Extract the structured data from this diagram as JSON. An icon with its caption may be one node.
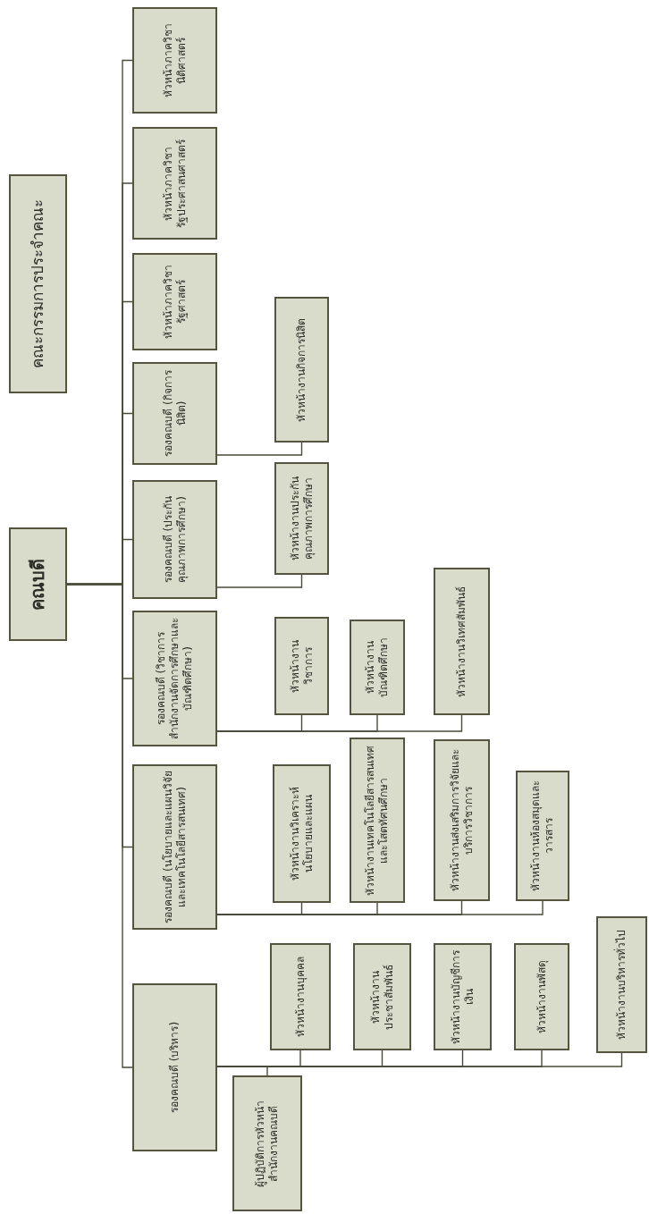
{
  "diagram": {
    "nodes": [
      {
        "text": [
          "คณะกรรมการประจำคณะ"
        ]
      },
      {
        "text": [
          "คณบดี"
        ]
      },
      {
        "text": [
          "รองคณบดี (บริหาร)"
        ]
      },
      {
        "text": [
          "รองคณบดี (นโยบายและแผนวิจัยและเทคโนโลยีสารสนเทศ)"
        ]
      },
      {
        "text": [
          "รองคณบดี (วิชาการสำนักงานจัดการศึกษาและบัณฑิตศึกษา)"
        ]
      },
      {
        "text": [
          "รองคณบดี (ประกันคุณภาพการศึกษา)"
        ]
      },
      {
        "text": [
          "รองคณบดี (กิจการนิสิต)"
        ]
      },
      {
        "text": [
          "หัวหน้าภาควิชารัฐศาสตร์"
        ]
      },
      {
        "text": [
          "หัวหน้าภาควิชารัฐประศาสนศาสตร์"
        ]
      },
      {
        "text": [
          "หัวหน้าภาควิชานิติศาสตร์"
        ]
      },
      {
        "text": [
          "ผู้ปฏิบัติการหัวหน้าสำนักงานคณบดี"
        ]
      },
      {
        "text": [
          "หัวหน้างานบุคคล"
        ]
      },
      {
        "text": [
          "หัวหน้างานประชาสัมพันธ์"
        ]
      },
      {
        "text": [
          "หัวหน้างานบัญชีการเงิน"
        ]
      },
      {
        "text": [
          "หัวหน้างานพัสดุ"
        ]
      },
      {
        "text": [
          "หัวหน้างานบริหารทั่วไป"
        ]
      },
      {
        "text": [
          "หัวหน้างานวิเคราะห์นโยบายและแผน"
        ]
      },
      {
        "text": [
          "หัวหน้างานเทคโนโลยีสารสนเทศและโสตทัศนศึกษา"
        ]
      },
      {
        "text": [
          "หัวหน้างานส่งเสริมการวิจัยและบริการวิชาการ"
        ]
      },
      {
        "text": [
          "หัวหน้างานห้องสมุดและวารสาร"
        ]
      },
      {
        "text": [
          "หัวหน้างานวิชาการ"
        ]
      },
      {
        "text": [
          "หัวหน้างานบัณฑิตศึกษา"
        ]
      },
      {
        "text": [
          "หัวหน้างานวิเทศสัมพันธ์"
        ]
      },
      {
        "text": [
          "หัวหน้างานประกันคุณภาพการศึกษา"
        ]
      },
      {
        "text": [
          "หัวหน้างานกิจการนิสิต"
        ]
      }
    ],
    "edges": [
      {
        "from": 1,
        "to": 2,
        "arrow": "none"
      },
      {
        "from": 1,
        "to": 3,
        "arrow": "none"
      },
      {
        "from": 1,
        "to": 4,
        "arrow": "none"
      },
      {
        "from": 1,
        "to": 5,
        "arrow": "none"
      },
      {
        "from": 1,
        "to": 6,
        "arrow": "none"
      },
      {
        "from": 1,
        "to": 7,
        "arrow": "none"
      },
      {
        "from": 1,
        "to": 8,
        "arrow": "none"
      },
      {
        "from": 1,
        "to": 9,
        "arrow": "none"
      },
      {
        "from": 2,
        "to": 10,
        "arrow": "none"
      },
      {
        "from": 2,
        "to": 11,
        "arrow": "none"
      },
      {
        "from": 2,
        "to": 12,
        "arrow": "none"
      },
      {
        "from": 2,
        "to": 13,
        "arrow": "none"
      },
      {
        "from": 2,
        "to": 14,
        "arrow": "none"
      },
      {
        "from": 2,
        "to": 15,
        "arrow": "none"
      },
      {
        "from": 3,
        "to": 16,
        "arrow": "none"
      },
      {
        "from": 3,
        "to": 17,
        "arrow": "none"
      },
      {
        "from": 3,
        "to": 18,
        "arrow": "none"
      },
      {
        "from": 3,
        "to": 19,
        "arrow": "none"
      },
      {
        "from": 4,
        "to": 20,
        "arrow": "none"
      },
      {
        "from": 4,
        "to": 21,
        "arrow": "none"
      },
      {
        "from": 4,
        "to": 22,
        "arrow": "none"
      },
      {
        "from": 5,
        "to": 23,
        "arrow": "none"
      },
      {
        "from": 6,
        "to": 24,
        "arrow": "none"
      }
    ]
  }
}
